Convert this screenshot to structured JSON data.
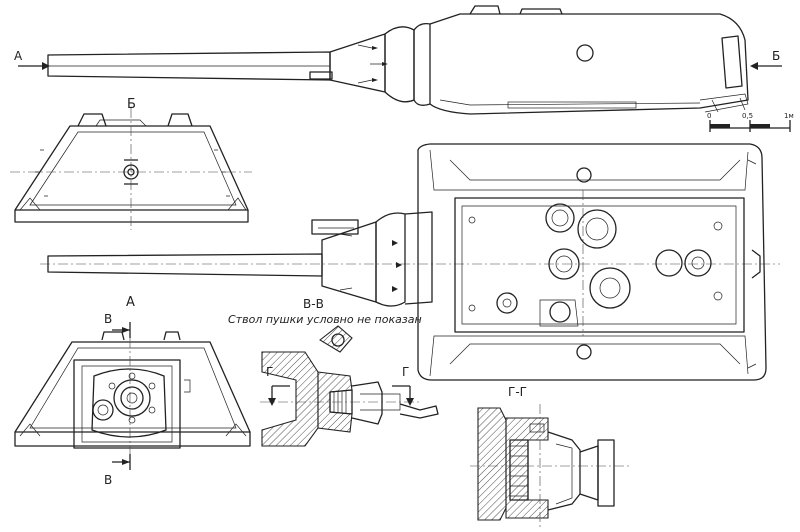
{
  "labels": {
    "view_a_left": "А",
    "view_b_right": "Б",
    "view_b_title": "Б",
    "view_a_title": "А",
    "cut_v_top": "В",
    "cut_v_bottom": "В",
    "section_vv_title": "В-В",
    "section_vv_note": "Ствол пушки условно не показан",
    "cut_g_left": "Г",
    "cut_g_right": "Г",
    "section_gg_title": "Г-Г"
  },
  "scale_bar": {
    "zero": "0",
    "half": "0,5",
    "one": "1м"
  }
}
